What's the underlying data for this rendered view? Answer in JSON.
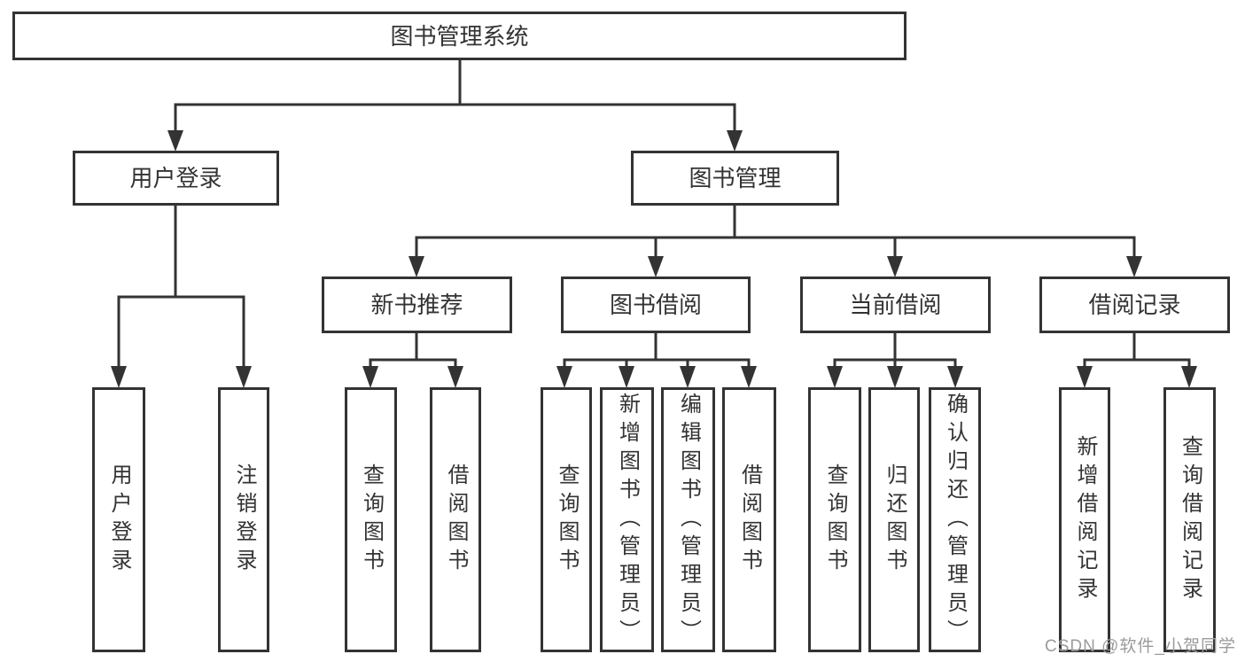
{
  "nodes": {
    "root": "图书管理系统",
    "l2": [
      "用户登录",
      "图书管理"
    ],
    "l3": [
      "新书推荐",
      "图书借阅",
      "当前借阅",
      "借阅记录"
    ],
    "l4": [
      "用户登录",
      "注销登录",
      "查询图书",
      "借阅图书",
      "查询图书",
      "新增图书（管理员）",
      "编辑图书（管理员）",
      "借阅图书",
      "查询图书",
      "归还图书",
      "确认归还（管理员）",
      "新增借阅记录",
      "查询借阅记录"
    ]
  },
  "hierarchy": [
    {
      "parent": "图书管理系统",
      "children": [
        "用户登录",
        "图书管理"
      ]
    },
    {
      "parent": "用户登录",
      "children": [
        "用户登录",
        "注销登录"
      ]
    },
    {
      "parent": "图书管理",
      "children": [
        "新书推荐",
        "图书借阅",
        "当前借阅",
        "借阅记录"
      ]
    },
    {
      "parent": "新书推荐",
      "children": [
        "查询图书",
        "借阅图书"
      ]
    },
    {
      "parent": "图书借阅",
      "children": [
        "查询图书",
        "新增图书（管理员）",
        "编辑图书（管理员）",
        "借阅图书"
      ]
    },
    {
      "parent": "当前借阅",
      "children": [
        "查询图书",
        "归还图书",
        "确认归还（管理员）"
      ]
    },
    {
      "parent": "借阅记录",
      "children": [
        "新增借阅记录",
        "查询借阅记录"
      ]
    }
  ],
  "watermark": {
    "text": "CSDN @软件_小贺同学",
    "color": "#9b9b9b"
  },
  "colors": {
    "background": "#ffffff",
    "line": "#333333",
    "box_border": "#333333",
    "text": "#333333"
  }
}
